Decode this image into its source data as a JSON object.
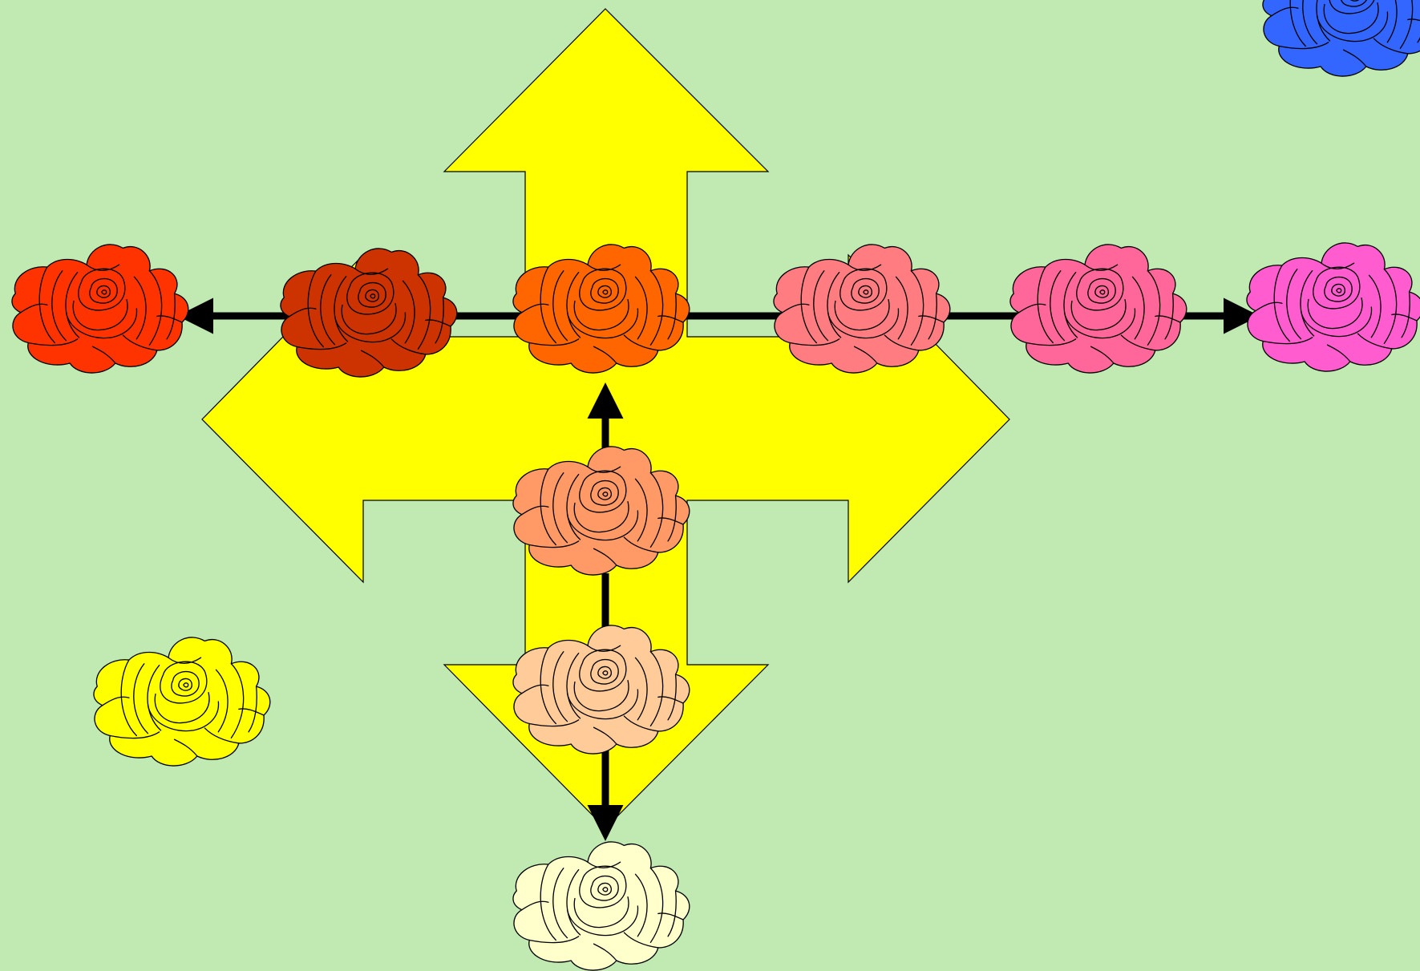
{
  "background_color": "#c0eab2",
  "arrow_color": "#ffff00",
  "connector_color": "#000000",
  "roses": [
    {
      "id": "rose-red",
      "color": "#ff3300"
    },
    {
      "id": "rose-dark-red",
      "color": "#cc3300"
    },
    {
      "id": "rose-orange",
      "color": "#ff6600"
    },
    {
      "id": "rose-salmon",
      "color": "#ff7c80"
    },
    {
      "id": "rose-pink",
      "color": "#ff6699"
    },
    {
      "id": "rose-magenta",
      "color": "#ff5cd0"
    },
    {
      "id": "rose-light-orange",
      "color": "#ff9966"
    },
    {
      "id": "rose-peach",
      "color": "#ffcc99"
    },
    {
      "id": "rose-cream",
      "color": "#ffffcc"
    },
    {
      "id": "rose-yellow",
      "color": "#ffff00"
    },
    {
      "id": "rose-blue",
      "color": "#3366ff"
    }
  ]
}
